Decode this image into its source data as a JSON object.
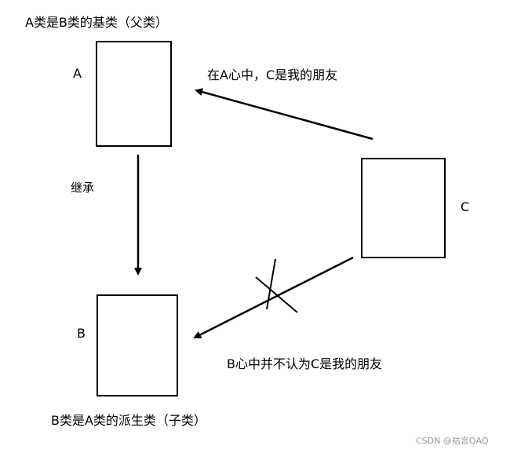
{
  "diagram": {
    "top_caption": "A类是B类的基类（父类）",
    "bottom_caption": "B类是A类的派生类（子类）",
    "box_a_label": "A",
    "box_b_label": "B",
    "box_c_label": "C",
    "inherit_label": "继承",
    "friend_of_a_text": "在A心中，C是我的朋友",
    "not_friend_of_b_text": "B心中并不认为C是我的朋友"
  },
  "watermark": "CSDN @祜言QAQ",
  "colors": {
    "line": "#000000",
    "background": "#ffffff",
    "watermark": "#9a9a9a"
  }
}
